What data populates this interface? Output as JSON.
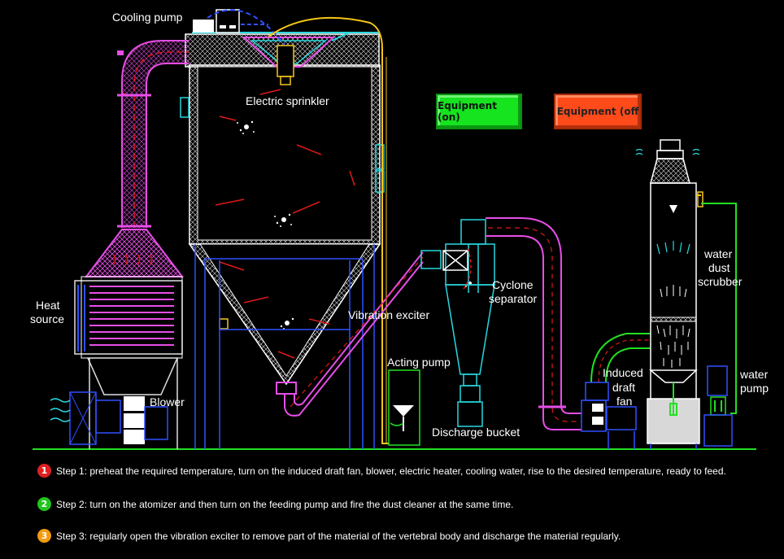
{
  "labels": {
    "cooling_pump": "Cooling pump",
    "electric_sprinkler": "Electric sprinkler",
    "heat_source_line1": "Heat",
    "heat_source_line2": "source",
    "blower": "Blower",
    "vibration_exciter": "Vibration exciter",
    "acting_pump": "Acting pump",
    "cyclone_line1": "Cyclone",
    "cyclone_line2": "separator",
    "discharge_bucket": "Discharge bucket",
    "induced_line1": "Induced",
    "induced_line2": "draft",
    "induced_line3": "fan",
    "scrubber_line1": "water",
    "scrubber_line2": "dust",
    "scrubber_line3": "scrubber",
    "water_pump_line1": "water",
    "water_pump_line2": "pump"
  },
  "controls": {
    "equipment_on": "Equipment (on)",
    "equipment_off": "Equipment (off"
  },
  "steps": [
    {
      "num": "1",
      "color": "#e02020",
      "text": "Step 1: preheat the required temperature, turn on the induced draft fan, blower, electric heater, cooling water, rise to the desired temperature, ready to feed."
    },
    {
      "num": "2",
      "color": "#22c51e",
      "text": "Step 2: turn on the atomizer and then turn on the feeding pump and fire the dust cleaner at the same time."
    },
    {
      "num": "3",
      "color": "#f29a14",
      "text": "Step 3: regularly open the vibration exciter to remove part of the material of the vertebral body and discharge the material regularly."
    }
  ],
  "colors": {
    "frame": "#ffffff",
    "duct": "#e64ee6",
    "structure": "#2c3cff",
    "pipe_cyan": "#28d8e0",
    "pipe_yellow": "#f5c518",
    "hot_line": "#e01818",
    "ground": "#22e022"
  }
}
